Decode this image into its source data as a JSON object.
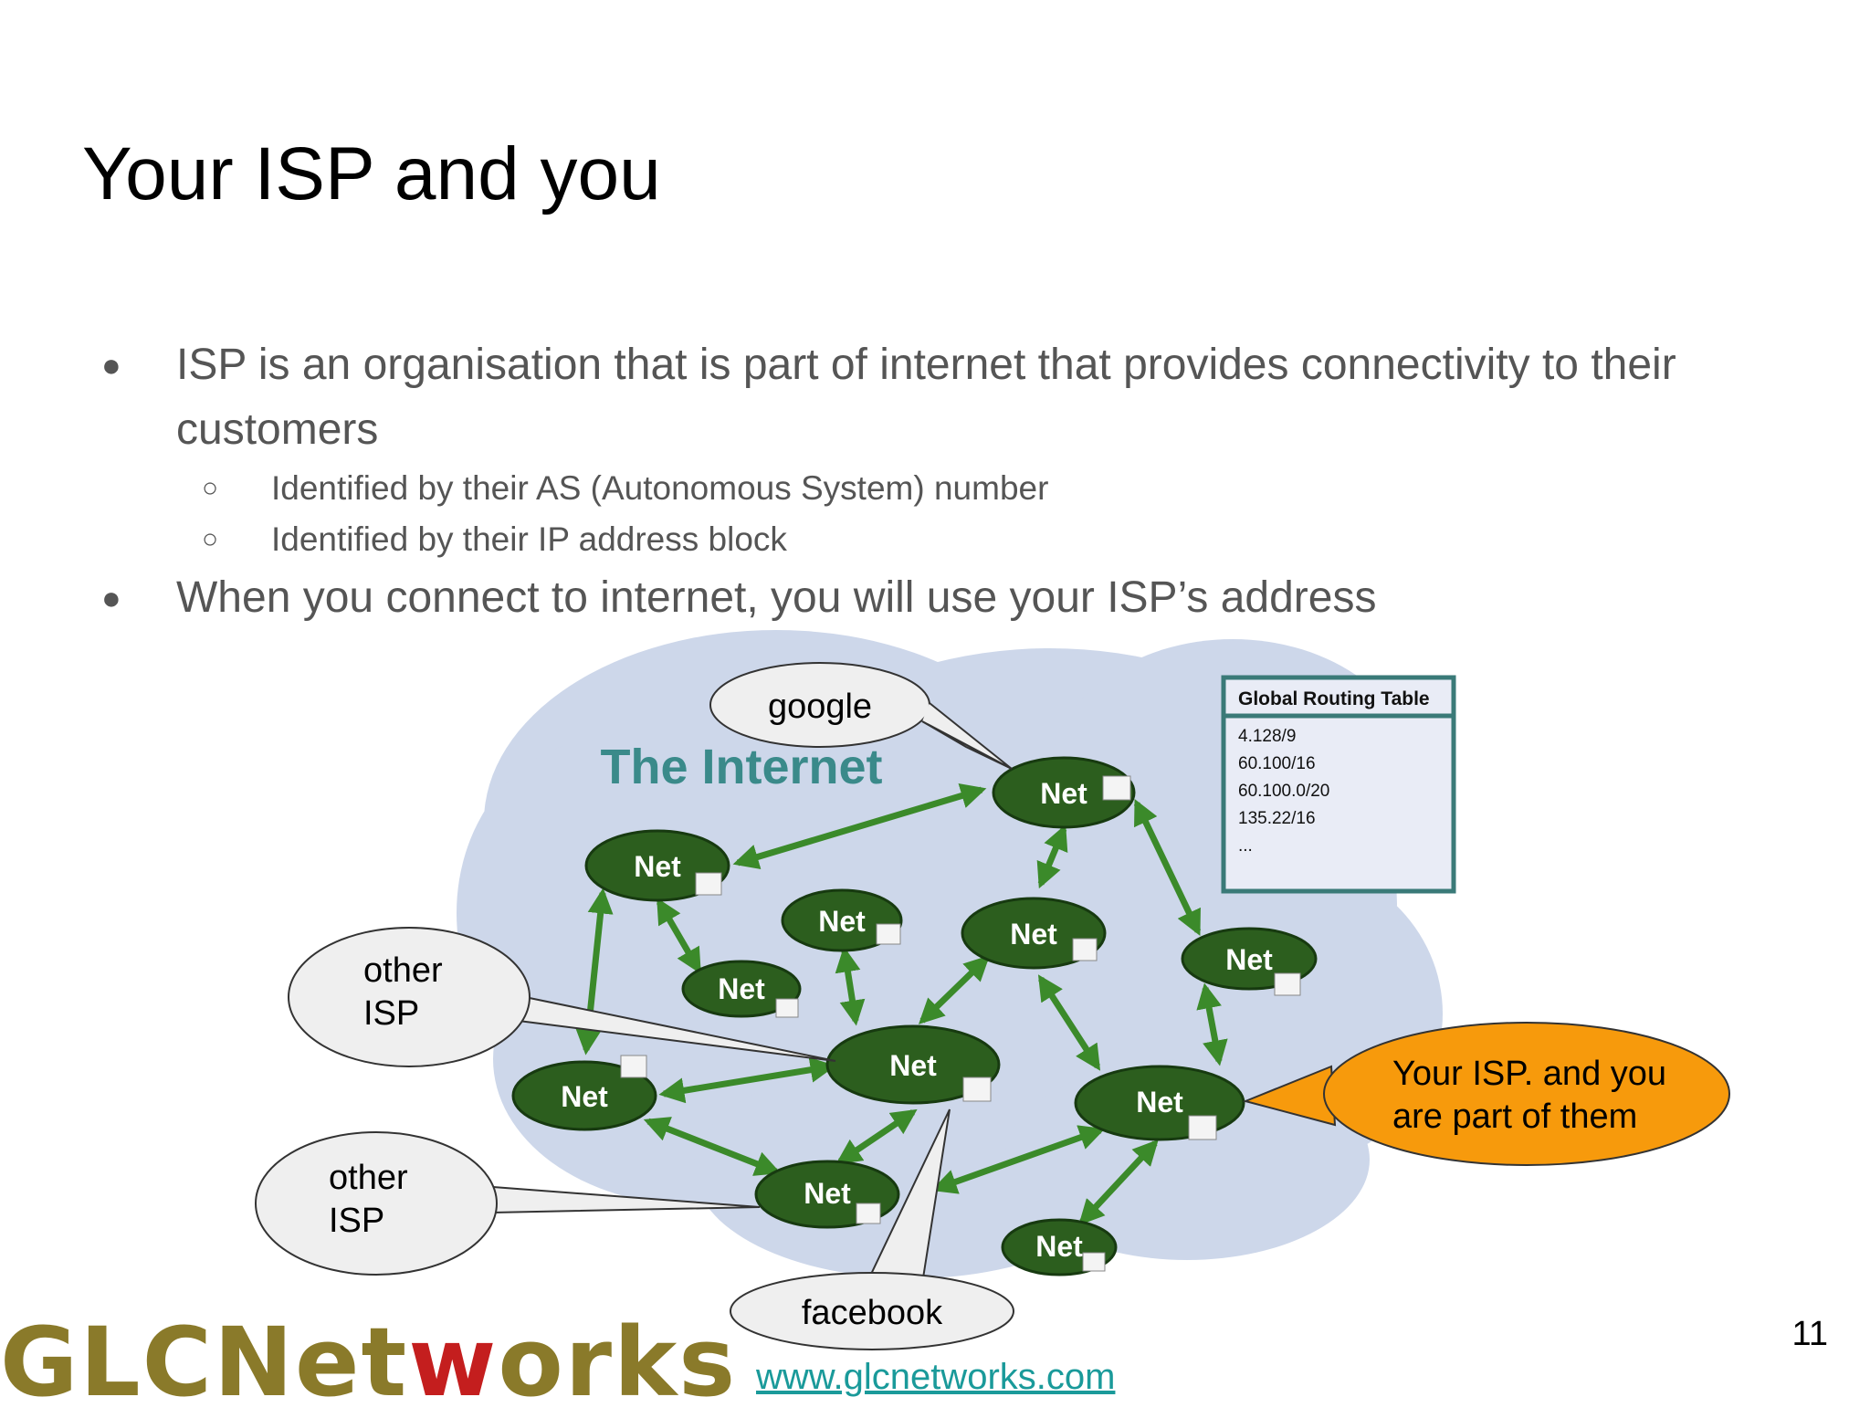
{
  "slide": {
    "title": "Your ISP and you",
    "bullets": [
      "ISP is an organisation that is part of internet that provides connectivity to their",
      "customers",
      "Identified by their AS (Autonomous System) number",
      "Identified by their IP address block",
      "When you connect to internet, you will use your ISP’s address"
    ],
    "bullet_marks": [
      "●",
      "○"
    ]
  },
  "diagram": {
    "cloud_title": "The Internet",
    "node_label": "Net",
    "routing_table": {
      "title": "Global Routing Table",
      "entries": [
        "4.128/9",
        "60.100/16",
        "60.100.0/20",
        "135.22/16",
        "..."
      ]
    },
    "callouts": {
      "google": "google",
      "other_isp_1": [
        "other",
        "ISP"
      ],
      "other_isp_2": [
        "other",
        "ISP"
      ],
      "facebook": "facebook",
      "your_isp": [
        "Your ISP. and you",
        "are part of them"
      ]
    },
    "colors": {
      "cloud": "#cdd7ea",
      "node": "#2c5e1e",
      "arrow": "#3b8a2a",
      "table_border": "#3a7a78",
      "your_isp_callout": "#f79a0c",
      "callout": "#efefef",
      "cloud_title": "#3a8a8a"
    }
  },
  "footer": {
    "logo_a": "GLCNet",
    "logo_b": "w",
    "logo_c": "orks",
    "url": "www.glcnetworks.com",
    "page_number": "11"
  }
}
